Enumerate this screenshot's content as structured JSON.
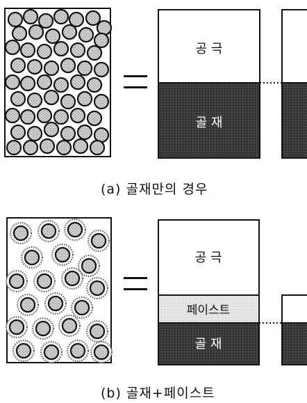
{
  "diagram_a": {
    "void_label": "공 극",
    "aggregate_label": "골 재",
    "equals_sign": "=",
    "caption": "(a) 골재만의 경우"
  },
  "diagram_b": {
    "void_label": "공 극",
    "paste_label": "페이스트",
    "aggregate_label": "골 재",
    "equals_sign": "=",
    "caption": "(b) 골재+페이스트"
  },
  "colors": {
    "aggregate_fill": "#3a3a3a",
    "paste_fill": "#e0e0e0",
    "void_fill": "#ffffff",
    "outline": "#111111"
  },
  "icons": [
    "aggregate-particle-icon",
    "coated-particle-icon"
  ]
}
